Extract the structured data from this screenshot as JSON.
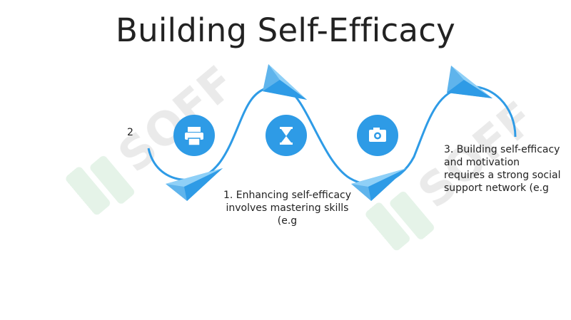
{
  "title": "Building Self-Efficacy",
  "steps": [
    {
      "label": "1. Enhancing self-efficacy involves mastering skills (e.g",
      "icon": "hourglass-icon"
    },
    {
      "label": "2",
      "icon": "printer-icon"
    },
    {
      "label": "3.  Building self-efficacy and motivation requires a strong social support network (e.g",
      "icon": "camera-icon"
    }
  ],
  "watermark": "SOFF",
  "colors": {
    "accent": "#2e9be6",
    "plane_light": "#8fd0f7",
    "watermark": "#d8ece0"
  }
}
